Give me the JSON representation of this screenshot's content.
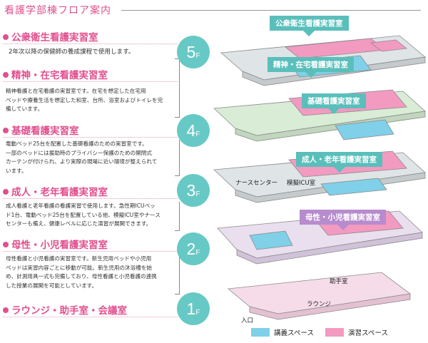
{
  "title": "看護学部棟フロア案内",
  "sections": [
    {
      "heading": "公衆衛生看護実習室",
      "lines": [
        "2年次以降の保健師の養成課程で使用します。"
      ]
    },
    {
      "heading": "精神・在宅看護実習室",
      "lines": [
        "精神看護と在宅看護の実習室です。在宅を想定した在宅用",
        "ベッドや療養生活を想定した和室、台所、浴室およびトイレを完",
        "備しています。"
      ]
    },
    {
      "heading": "基礎看護実習室",
      "lines": [
        "電動ベッド25台を配置した基礎看護のための実習室です。",
        "一部のベッドには援助時のプライバシー保護のための開閉式",
        "カーテンが付けられ、より実際の現場に近い環境が整えられて",
        "います。"
      ]
    },
    {
      "heading": "成人・老年看護実習室",
      "lines": [
        "成人看護と老年看護の看護実習で使用します。急性期ICUベッ",
        "ド1台、電動ベッド25台を配置している他、模擬ICU室やナース",
        "センターも備え、健康レベルに応じた演習が展開できます。"
      ]
    },
    {
      "heading": "母性・小児看護実習室",
      "lines": [
        "母性看護と小児看護の実習室です。新生児用ベッドや小児用",
        "ベッドは実習内容ごとに移動が可能。新生児用の沐浴槽を始",
        "め、計測用具一式も完備しており、母性看護と小児看護の連携",
        "した授業の展開を可能としています。"
      ]
    },
    {
      "heading": "ラウンジ・助手室・会議室",
      "lines": []
    }
  ],
  "floors": [
    {
      "num": "5",
      "suffix": "F"
    },
    {
      "num": "4",
      "suffix": "F"
    },
    {
      "num": "3",
      "suffix": "F"
    },
    {
      "num": "2",
      "suffix": "F"
    },
    {
      "num": "1",
      "suffix": "F"
    }
  ],
  "tags": {
    "public_health": "公衆衛生看護実習室",
    "psych_home": "精神・在宅看護実習室",
    "fundamental": "基礎看護実習室",
    "adult_geriatric": "成人・老年看護実習室",
    "maternal_child": "母性・小児看護実習室"
  },
  "plan_labels": {
    "nurse_center": "ナースセンター",
    "mock_icu": "模擬ICU室",
    "assistant_room": "助手室",
    "lounge": "ラウンジ",
    "entrance": "入口"
  },
  "legend": {
    "lecture": "講義スペース",
    "practice": "演習スペース"
  },
  "colors": {
    "accent": "#e0508e",
    "floor_badge": "#67c9c5",
    "lecture": "#7fd0e8",
    "practice": "#f39ac1",
    "tag_teal": "#5abfbb",
    "tag_purple": "#b78ccd"
  }
}
